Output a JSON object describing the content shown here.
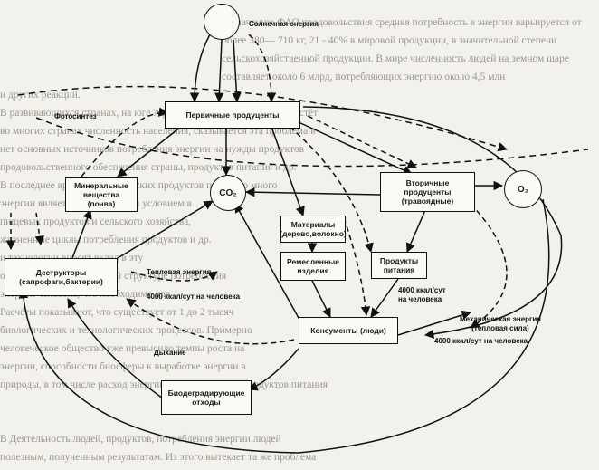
{
  "background_text": [
    "назначению ФАО продовольствия средняя потребность в энергии варьируется от",
    "более 380— 710 кг, 21 - 40% в мировой продукции, в значительной степени",
    "сельскохозяйственной продукции. В мире численность людей на земном шаре",
    "составляет около 6 млрд, потребляющих энергию около 4,5 млн",
    "и других реакций.",
    "В развивающихся странах, на юге Африки, в сельском хозяйстве растёт",
    "во многих странах численность населения, сказывается эта проблема в",
    "нет основных источников потребления энергии на нужды продуктов",
    "продовольственного обеспечения страны, продуктов питания и др.",
    "В последнее время энергетических продуктов получено много",
    "энергии является необходимым условием в",
    "пищевых продуктов и сельского хозяйства,",
    "жизненные циклы потребления продуктов и др.",
    "и технологии вносят вклад в эту",
    "общеизвестно, что в общей структуре потребления",
    "энергии человека, что необходимо для",
    "Расчёты показывают, что существует от 1 до 2 тысяч",
    "биологических и технологических процессов. Примерно",
    "человеческое общество уже превысило темпы роста на",
    "энергии, способности биосферы к выработке энергии в",
    "природы, в том числе расход энергии на производство продуктов питания",
    "",
    "",
    "В Деятельность людей, продуктов, потребления энергии людей",
    "полезным, полученным результатам. Из этого вытекает та же проблема"
  ],
  "nodes": {
    "sun": "Солнечная энергия",
    "primary": "Первичные продуценты",
    "photosynthesis": "Фотосинтез",
    "minerals": "Минеральные\nвещества\n(почва)",
    "co2": "CO₂",
    "secondary": "Вторичные\nпродуценты\n(травоядные)",
    "o2": "O₂",
    "materials": "Материалы\n(дерево,волокно)",
    "crafts": "Ремесленные\nизделия",
    "food": "Продукты\nпитания",
    "destructors": "Деструкторы\n(сапрофаги,бактерии)",
    "heat": "Тепловая энергия",
    "kcal_left": "4000 ккал/сут на человека",
    "kcal_food": "4000 ккал/сут\nна человека",
    "consumers": "Консументы (люди)",
    "mech": "Механическая энергия\n(тепловая сила)",
    "kcal_mech": "4000 ккал/сут на человека",
    "breath": "Дыхание",
    "waste": "Биодеградирующие\nотходы"
  }
}
